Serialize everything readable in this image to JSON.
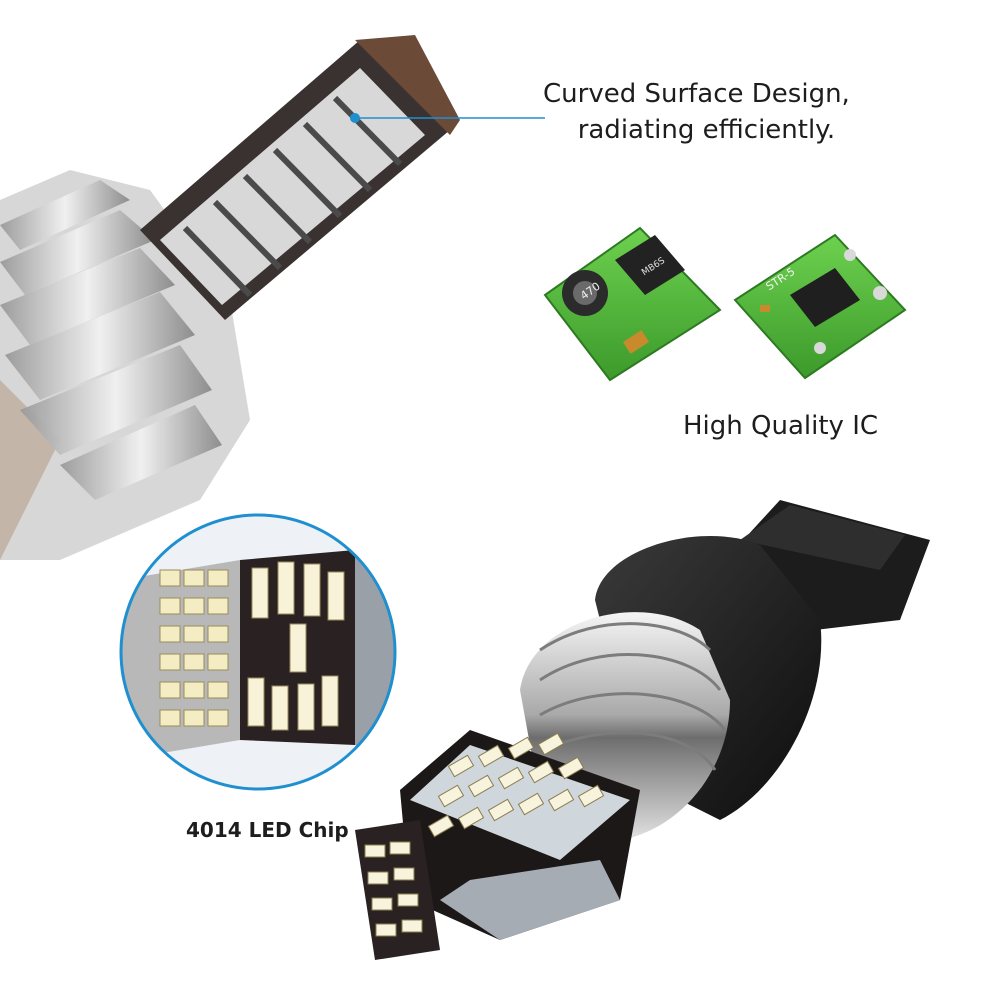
{
  "captions": {
    "curved_line1": "Curved Surface Design,",
    "curved_line2": "radiating efficiently.",
    "ic": "High Quality IC",
    "chip": "4014 LED Chip"
  },
  "ic_labels": {
    "inductor": "470",
    "rectifier": "MB6S",
    "driver": "STR-5"
  },
  "colors": {
    "accent_blue": "#1f8fd0",
    "pcb_green": "#4fbf3a",
    "socket_black": "#1a1a1a",
    "aluminum": "#c9c9c9",
    "led_yellow": "#f4ecc2"
  }
}
